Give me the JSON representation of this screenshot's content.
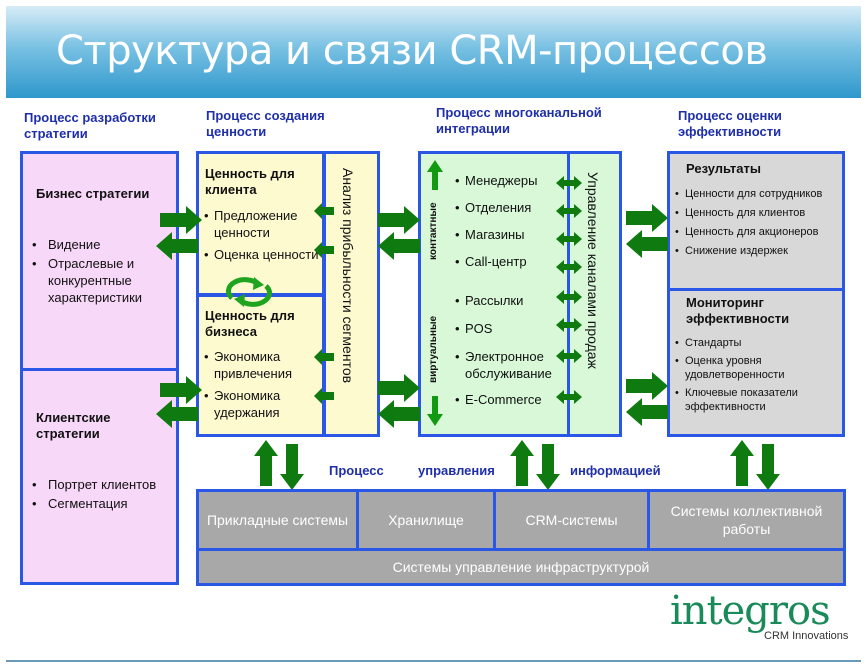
{
  "title": "Структура и связи CRM-процессов",
  "columns": {
    "strategy": "Процесс разработки стратегии",
    "value": "Процесс создания ценности",
    "multichannel": "Процесс многоканальной интеграции",
    "evaluation": "Процесс оценки эффективности"
  },
  "strategy": {
    "business_title": "Бизнес стратегии",
    "business_items": [
      "Видение",
      "Отраслевые и конкурентные характеристики"
    ],
    "client_title": "Клиентские стратегии",
    "client_items": [
      "Портрет клиентов",
      "Сегментация"
    ]
  },
  "value": {
    "client_title": "Ценность для клиента",
    "client_items": [
      "Предложение ценности",
      "Оценка ценности"
    ],
    "business_title": "Ценность для бизнеса",
    "business_items": [
      "Экономика привлечения",
      "Экономика удержания"
    ],
    "segment_analysis": "Анализ прибыльности сегментов"
  },
  "multichannel": {
    "contact_label": "контактные",
    "virtual_label": "виртуальные",
    "contact_items": [
      "Менеджеры",
      "Отделения",
      "Магазины",
      "Call-центр"
    ],
    "virtual_items": [
      "Рассылки",
      "POS",
      "Электронное обслуживание",
      "E-Commerce"
    ],
    "channel_mgmt": "Управление каналами продаж"
  },
  "evaluation": {
    "results_title": "Результаты",
    "results_items": [
      "Ценности для сотрудников",
      "Ценность для клиентов",
      "Ценность для акционеров",
      "Снижение издержек"
    ],
    "monitoring_title": "Мониторинг эффективности",
    "monitoring_items": [
      "Стандарты",
      "Оценка уровня удовлетворенности",
      "Ключевые показатели эффективности"
    ]
  },
  "info_mgmt": [
    "Процесс",
    "управления",
    "информацией"
  ],
  "infrastructure": {
    "blocks": [
      "Прикладные системы",
      "Хранилище",
      "CRM-системы",
      "Системы коллективной работы"
    ],
    "bottom": "Системы управление инфраструктурой"
  },
  "logo": {
    "name": "integros",
    "sub": "CRM Innovations"
  },
  "colors": {
    "arrow": "#0f7a0f",
    "border": "#2a57e6",
    "header": "#2f97cc"
  }
}
